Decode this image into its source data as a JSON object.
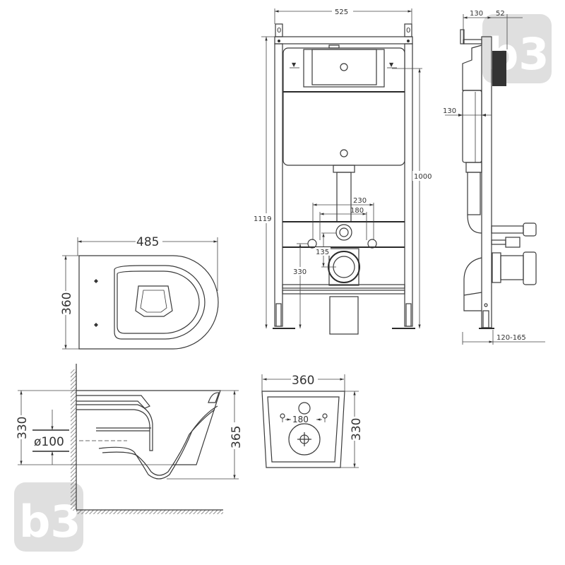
{
  "frame_front": {
    "width": "525",
    "height_total": "1119",
    "height_frame": "1000",
    "inlet_spacing_outer": "230",
    "inlet_spacing_inner": "180",
    "inlet_offset": "135",
    "outlet_height": "330",
    "bracket_mark_left": "0",
    "bracket_mark_right": "0"
  },
  "frame_side": {
    "depth_top": "130",
    "panel_depth": "52",
    "cistern_depth": "130",
    "wall_gap": "120-165"
  },
  "bowl_top": {
    "length": "485",
    "width": "360"
  },
  "bowl_side": {
    "height": "330",
    "outlet_diameter": "ø100",
    "overall_height": "365"
  },
  "bowl_back": {
    "width": "360",
    "bolt_spacing": "180",
    "height": "330"
  },
  "watermark": {
    "logo": "b3"
  },
  "colors": {
    "line": "#3a3a3a",
    "watermark": "#d4d4d4"
  }
}
